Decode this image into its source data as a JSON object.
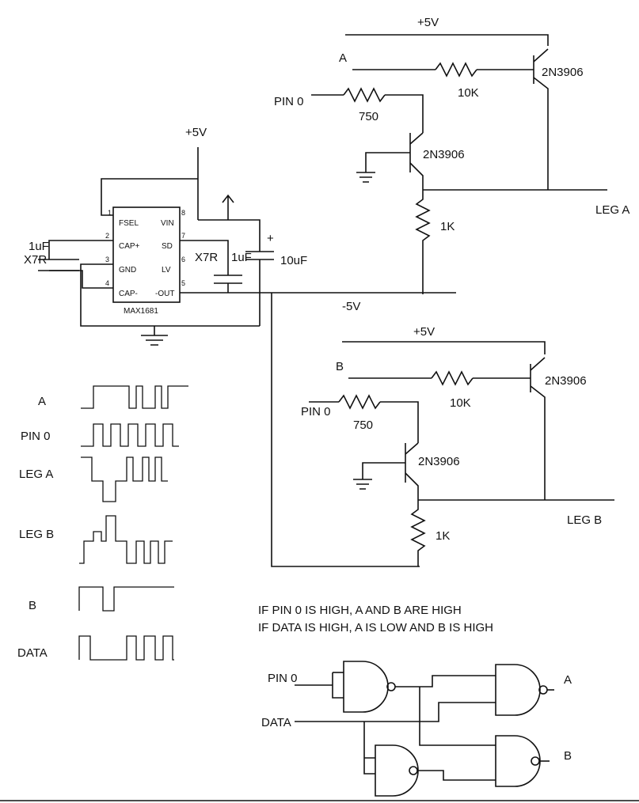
{
  "power": {
    "top_rail_a": "+5V",
    "top_rail_b": "+5V",
    "ic_supply": "+5V",
    "neg_rail": "-5V"
  },
  "ic": {
    "part": "MAX1681",
    "pins": [
      {
        "num": "1",
        "name": "FSEL"
      },
      {
        "num": "2",
        "name": "CAP+"
      },
      {
        "num": "3",
        "name": "GND"
      },
      {
        "num": "4",
        "name": "CAP-"
      },
      {
        "num": "8",
        "name": "VIN"
      },
      {
        "num": "7",
        "name": "SD"
      },
      {
        "num": "6",
        "name": "LV"
      },
      {
        "num": "5",
        "name": "-OUT"
      }
    ]
  },
  "caps": {
    "left_value": "1uF",
    "left_type": "X7R",
    "right_type": "X7R",
    "right_value": "1uF",
    "bulk_value": "10uF",
    "bulk_plus": "+"
  },
  "leg_a": {
    "input_a": "A",
    "input_pin": "PIN 0",
    "r_base": "10K",
    "r_pin": "750",
    "r_load": "1K",
    "q_top": "2N3906",
    "q_low": "2N3906",
    "output": "LEG A"
  },
  "leg_b": {
    "input_b": "B",
    "input_pin": "PIN 0",
    "r_base": "10K",
    "r_pin": "750",
    "r_load": "1K",
    "q_top": "2N3906",
    "q_low": "2N3906",
    "output": "LEG B"
  },
  "waveforms": {
    "labels": [
      "A",
      "PIN 0",
      "LEG A",
      "LEG B",
      "B",
      "DATA"
    ]
  },
  "notes": {
    "line1": "IF PIN 0  IS HIGH, A  AND B ARE HIGH",
    "line2": "IF DATA IS HIGH, A  IS LOW AND B IS HIGH"
  },
  "logic": {
    "in_pin0": "PIN 0",
    "in_data": "DATA",
    "out_a": "A",
    "out_b": "B"
  }
}
